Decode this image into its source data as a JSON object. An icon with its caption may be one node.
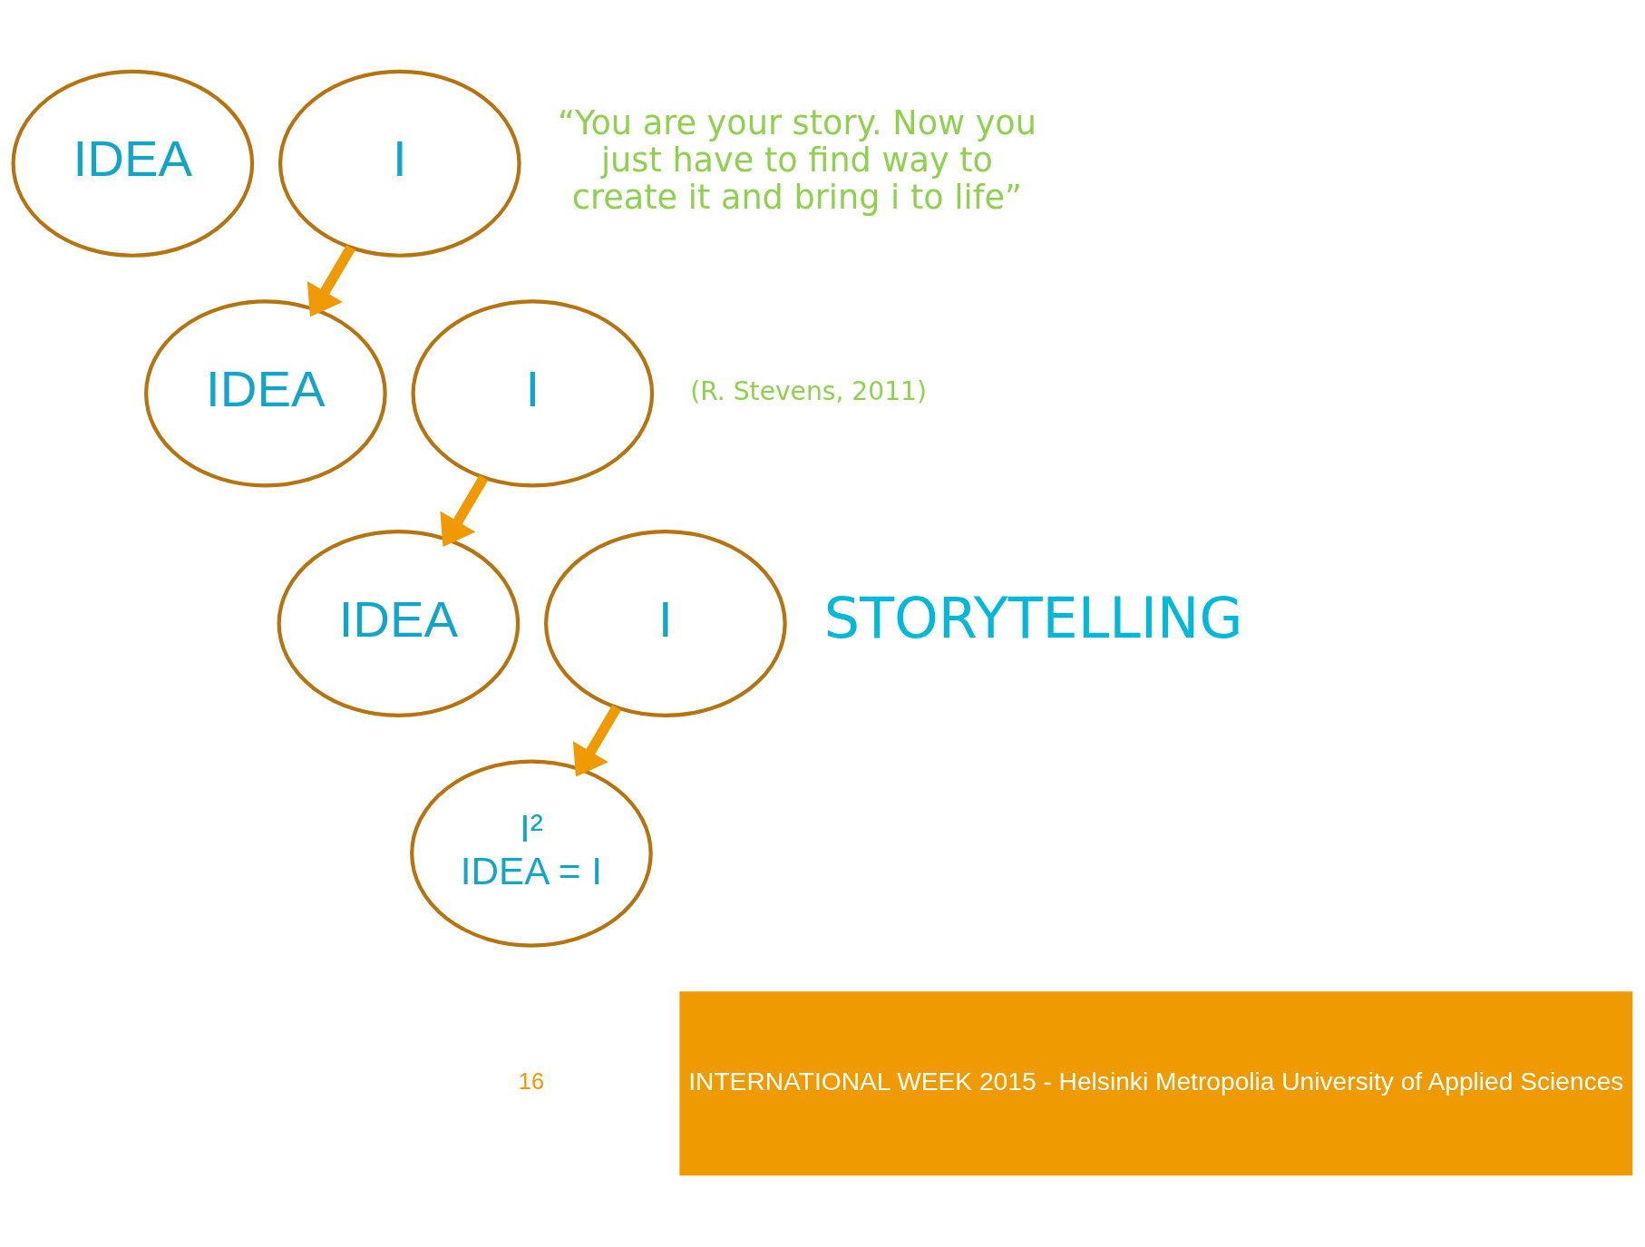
{
  "diagram": {
    "nodes": [
      {
        "text": [
          "IDEA"
        ]
      },
      {
        "text": [
          "I"
        ]
      },
      {
        "text": [
          "IDEA"
        ]
      },
      {
        "text": [
          "I"
        ]
      },
      {
        "text": [
          "IDEA"
        ]
      },
      {
        "text": [
          "I"
        ]
      },
      {
        "text": [
          "I²",
          "IDEA = I"
        ]
      }
    ],
    "edges": [
      {
        "from": 1,
        "to": 2,
        "arrow": "to"
      },
      {
        "from": 3,
        "to": 4,
        "arrow": "to"
      },
      {
        "from": 5,
        "to": 6,
        "arrow": "to"
      }
    ],
    "labels": [
      "“You are your story. Now you just have to find way to create it and bring i to life”",
      "(R. Stevens, 2011)",
      "STORYTELLING",
      "16",
      "INTERNATIONAL WEEK 2015 - Helsinki Metropolia University of Applied Sciences"
    ]
  }
}
